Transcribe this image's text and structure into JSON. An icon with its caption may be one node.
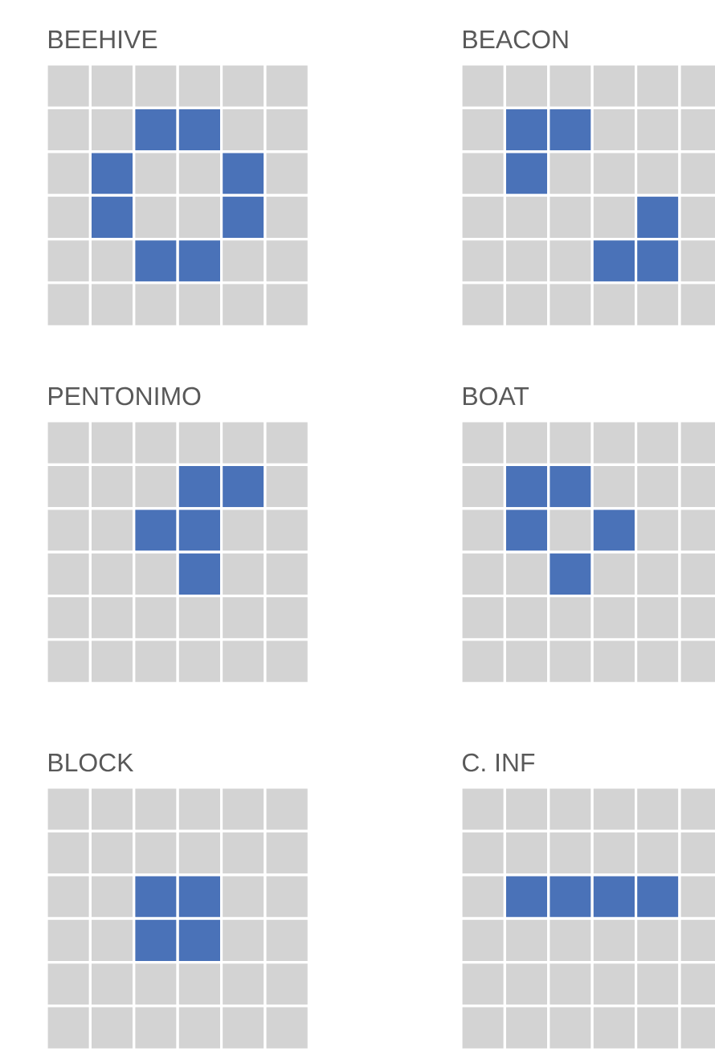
{
  "diagram": {
    "nodes": [
      {
        "text": [
          "BEEHIVE"
        ]
      },
      {
        "text": [
          "BEACON"
        ]
      },
      {
        "text": [
          "PENTONIMO"
        ]
      },
      {
        "text": [
          "BOAT"
        ]
      },
      {
        "text": [
          "BLOCK"
        ]
      },
      {
        "text": [
          "C. INF"
        ]
      }
    ]
  }
}
